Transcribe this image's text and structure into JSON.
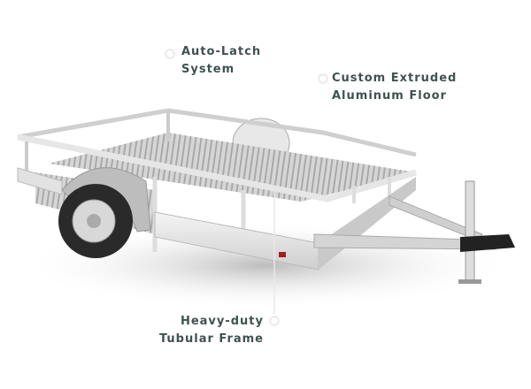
{
  "callouts": {
    "auto_latch": {
      "line1": "Auto-Latch",
      "line2": "System"
    },
    "floor": {
      "line1": "Custom Extruded",
      "line2": "Aluminum Floor"
    },
    "frame": {
      "line1": "Heavy-duty",
      "line2": "Tubular Frame"
    }
  },
  "colors": {
    "label_text": "#3f5250",
    "aluminum": "#d9d9d9",
    "tire": "#2a2a2a"
  },
  "icons": [
    "callout-dot-icon"
  ]
}
